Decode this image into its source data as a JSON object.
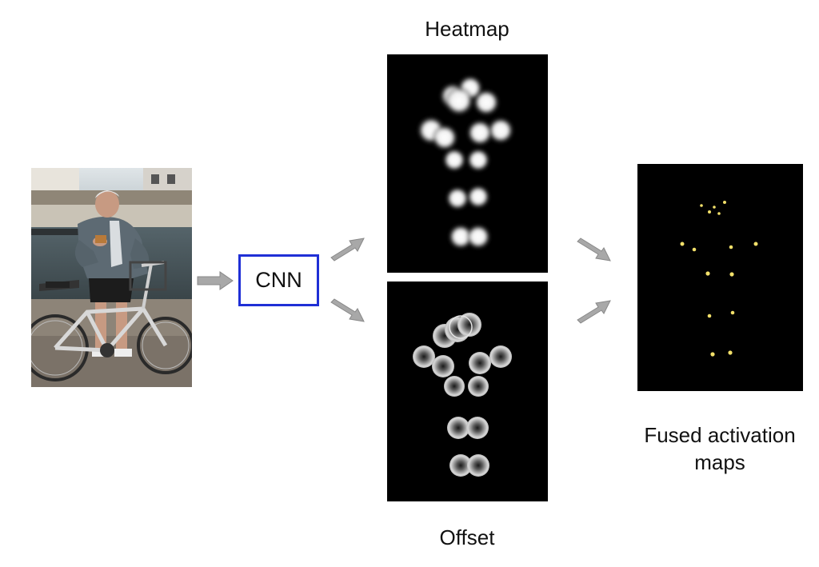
{
  "labels": {
    "heatmap": "Heatmap",
    "offset": "Offset",
    "cnn": "CNN",
    "fused_line1": "Fused activation",
    "fused_line2": "maps"
  },
  "colors": {
    "cnn_border": "#1f2fd6",
    "arrow": "#a8a8a8",
    "map_background": "#000000",
    "activation": "#f2e06a"
  }
}
